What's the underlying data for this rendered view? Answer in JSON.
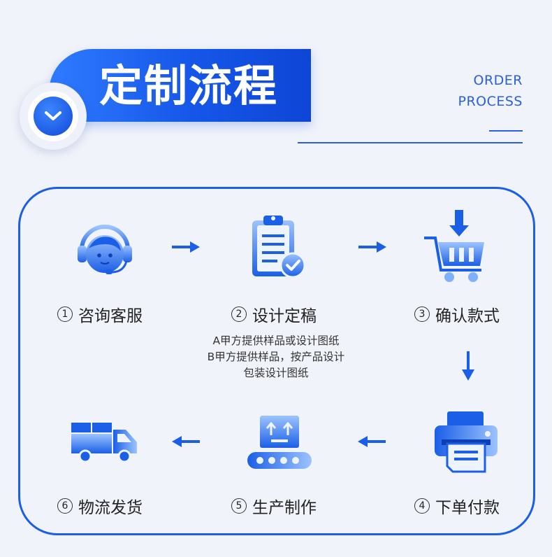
{
  "header": {
    "title": "定制流程",
    "subtitle_line1": "ORDER",
    "subtitle_line2": "PROCESS"
  },
  "steps": [
    {
      "num": "1",
      "label": "咨询客服",
      "icon": "customer-service-icon"
    },
    {
      "num": "2",
      "label": "设计定稿",
      "icon": "clipboard-check-icon"
    },
    {
      "num": "3",
      "label": "确认款式",
      "icon": "shopping-cart-icon"
    },
    {
      "num": "4",
      "label": "下单付款",
      "icon": "printer-icon"
    },
    {
      "num": "5",
      "label": "生产制作",
      "icon": "conveyor-box-icon"
    },
    {
      "num": "6",
      "label": "物流发货",
      "icon": "delivery-truck-icon"
    }
  ],
  "note": {
    "line1": "A甲方提供样品或设计图纸",
    "line2": "B甲方提供样品，按产品设计",
    "line3": "包装设计图纸"
  },
  "colors": {
    "accent": "#1a5fe6",
    "icon_light": "#7fb0ff",
    "background": "#f1f3fa"
  }
}
